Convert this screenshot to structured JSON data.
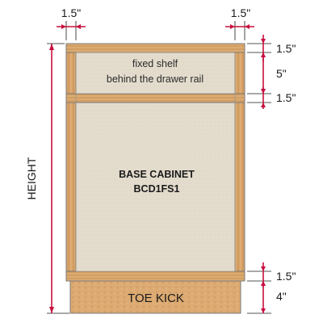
{
  "dimensions": {
    "top_left_width": "1.5\"",
    "top_right_width": "1.5\"",
    "right_top_rail": "1.5\"",
    "right_shelf_space": "5\"",
    "right_drawer_rail": "1.5\"",
    "right_bottom": "1.5\"",
    "right_toe_kick": "4\"",
    "height": "HEIGHT"
  },
  "labels": {
    "shelf_line1": "fixed shelf",
    "shelf_line2": "behind the drawer rail",
    "cabinet_name": "BASE CABINET",
    "cabinet_code": "BCD1FS1",
    "toe_kick": "TOE KICK"
  },
  "colors": {
    "dimension_accent": "#c8103e",
    "wood": "#d9a56b",
    "panel": "#e3dccd",
    "outline": "#7a7a7a"
  }
}
